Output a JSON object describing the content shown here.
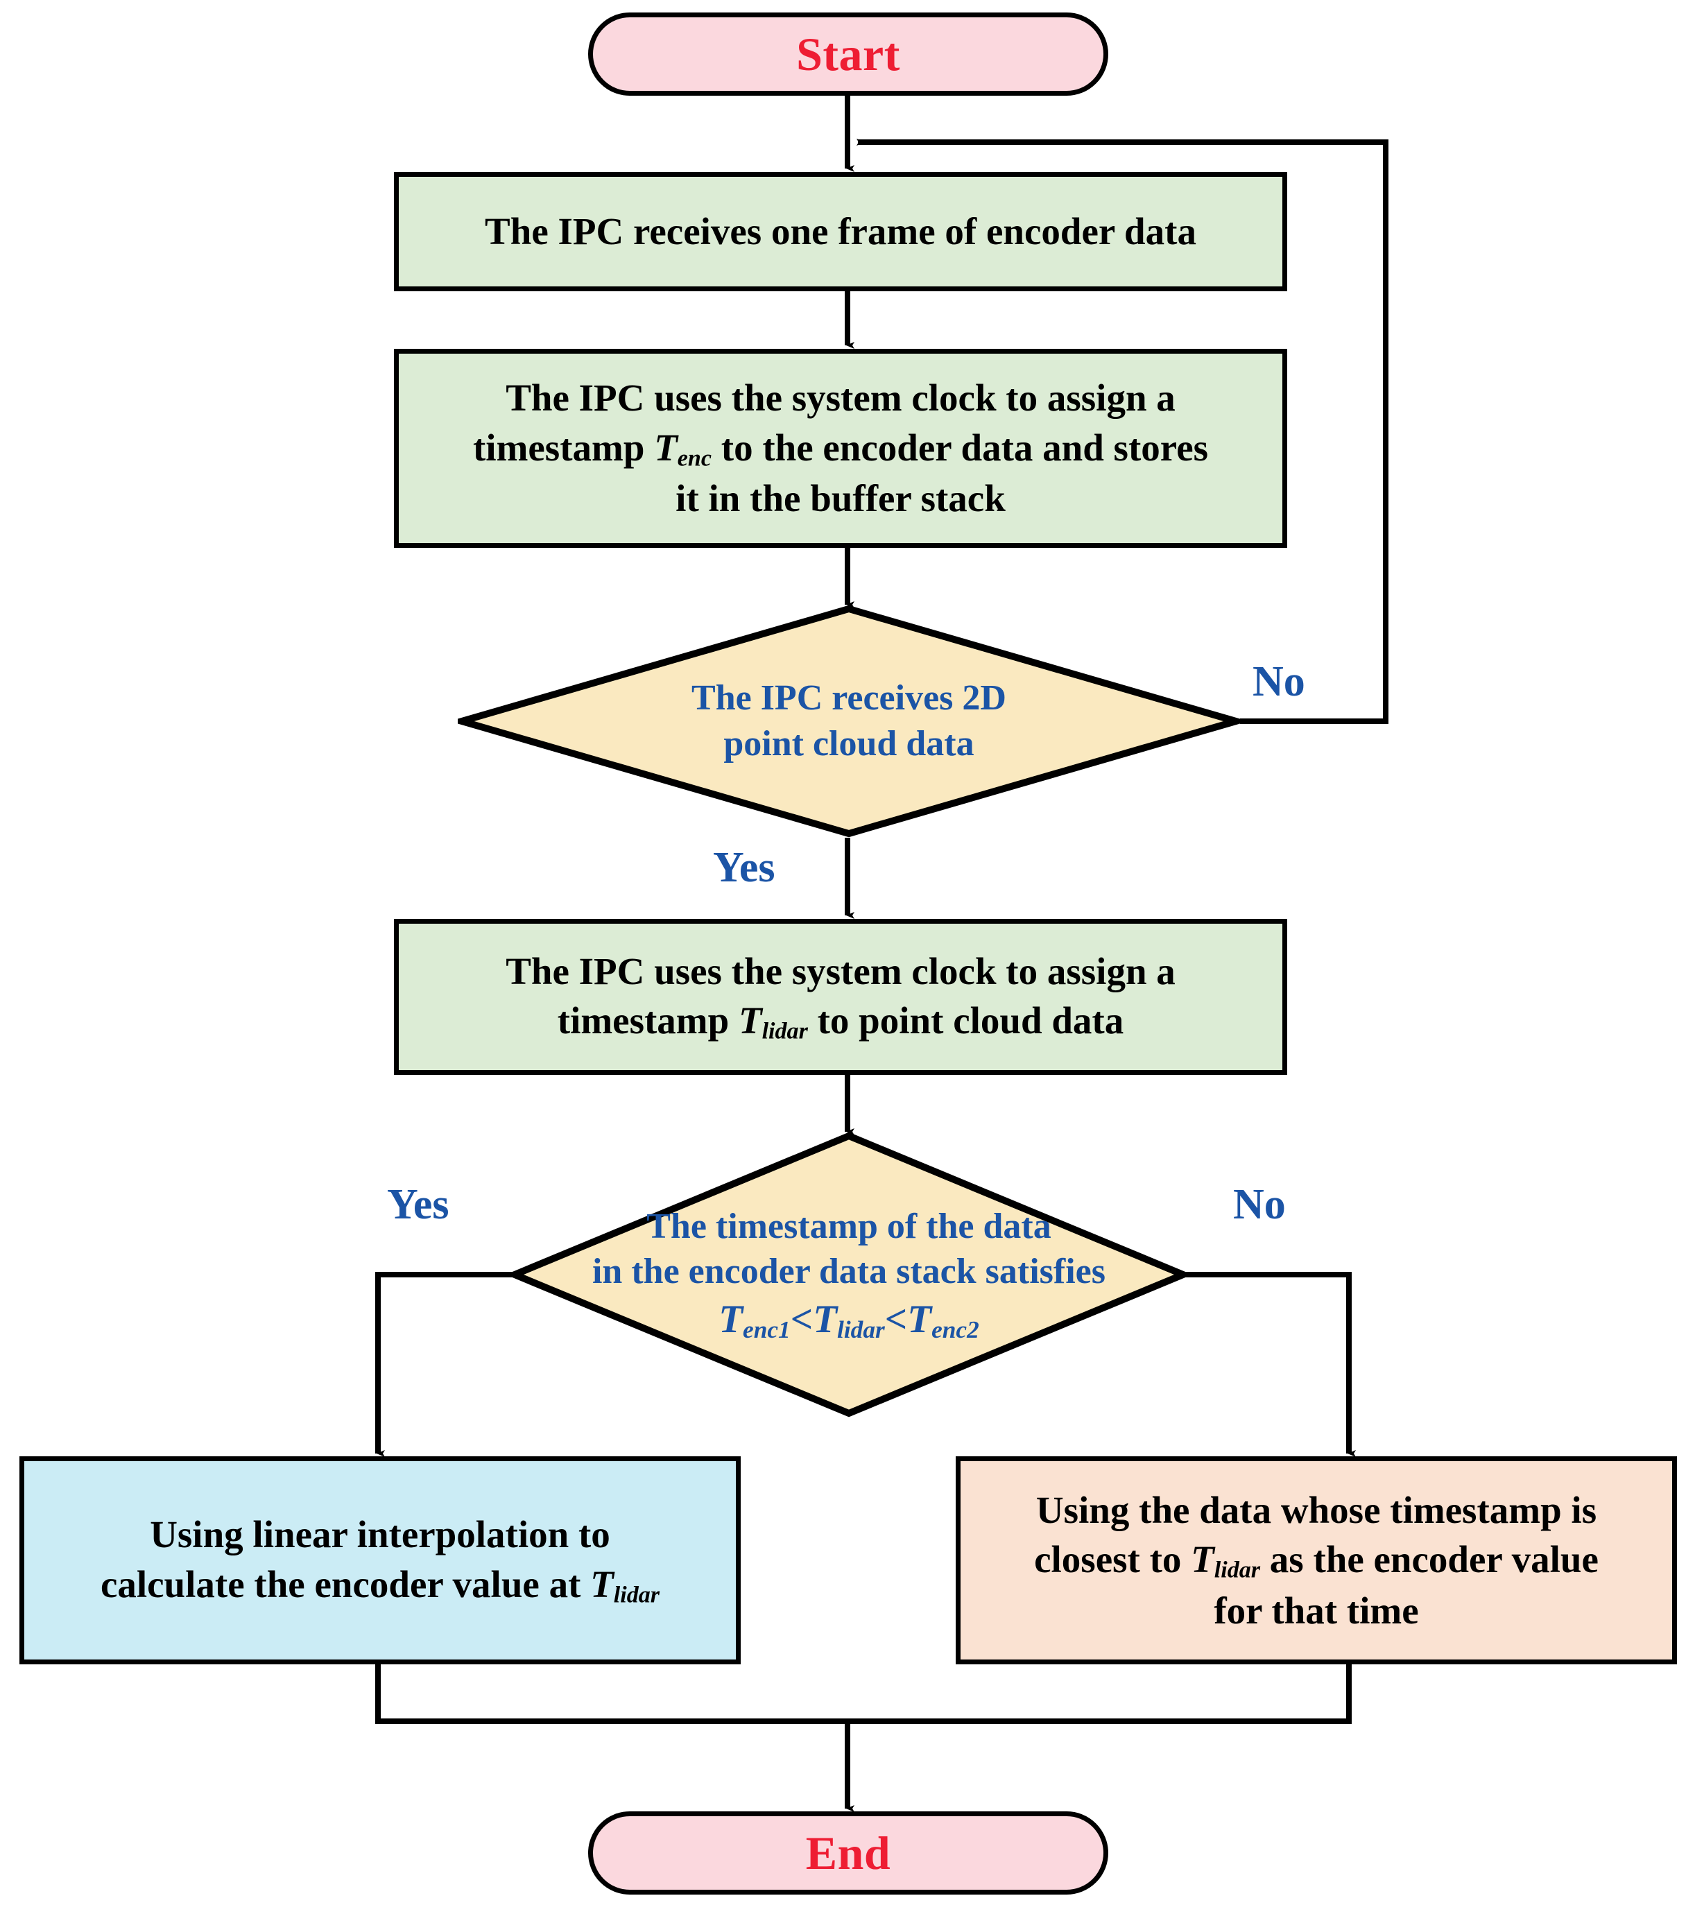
{
  "diagram": {
    "title": "Encoder and LiDAR timestamp synchronization flowchart",
    "colors": {
      "terminator_fill": "#fbd8de",
      "terminator_text": "#ee1d33",
      "process_green_fill": "#dcecd5",
      "process_blue_fill": "#cbecf5",
      "process_peach_fill": "#fae2d2",
      "decision_fill": "#fae9c0",
      "decision_text": "#1b54a6",
      "branch_label_text": "#1b54a6",
      "stroke": "#000000",
      "body_text": "#000000"
    },
    "nodes": {
      "start": {
        "label": "Start",
        "shape": "terminator"
      },
      "receive_encoder": {
        "label": "The IPC receives one frame of encoder data",
        "shape": "process"
      },
      "timestamp_encoder": {
        "line1": "The IPC uses the system clock to assign a",
        "line2_pre": "timestamp ",
        "line2_var": "T",
        "line2_sub": "enc",
        "line2_post": " to the encoder data and stores",
        "line3": "it in the buffer stack",
        "shape": "process"
      },
      "decision_pointcloud": {
        "line1": "The IPC receives 2D",
        "line2": "point cloud data",
        "shape": "decision"
      },
      "timestamp_lidar": {
        "line1": "The IPC uses the system clock to assign a",
        "line2_pre": "timestamp ",
        "line2_var": "T",
        "line2_sub": "lidar",
        "line2_post": " to point cloud data",
        "shape": "process"
      },
      "decision_interval": {
        "line1": "The timestamp of the data",
        "line2": "in the encoder data stack satisfies",
        "formula": {
          "v1": "T",
          "s1": "enc1",
          "op1": "<",
          "v2": "T",
          "s2": "lidar",
          "op2": "<",
          "v3": "T",
          "s3": "enc2"
        },
        "shape": "decision"
      },
      "linear_interpolation": {
        "line1": "Using linear interpolation to",
        "line2_pre": "calculate the encoder value at ",
        "line2_var": "T",
        "line2_sub": "lidar",
        "shape": "process"
      },
      "nearest_neighbor": {
        "line1": "Using the data whose timestamp is",
        "line2_pre": "closest to ",
        "line2_var": "T",
        "line2_sub": "lidar",
        "line2_post": " as the encoder value",
        "line3": "for that time",
        "shape": "process"
      },
      "end": {
        "label": "End",
        "shape": "terminator"
      }
    },
    "branch_labels": {
      "pointcloud_no": "No",
      "pointcloud_yes": "Yes",
      "interval_yes": "Yes",
      "interval_no": "No"
    }
  }
}
